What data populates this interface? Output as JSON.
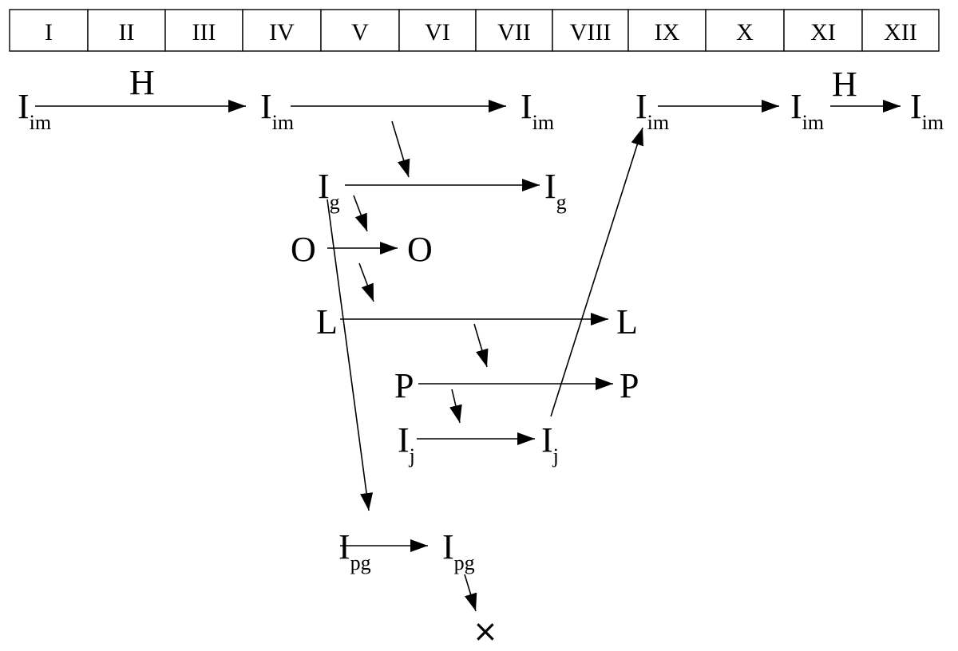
{
  "months": [
    "I",
    "II",
    "III",
    "IV",
    "V",
    "VI",
    "VII",
    "VIII",
    "IX",
    "X",
    "XI",
    "XII"
  ],
  "nodes": {
    "iim_1": {
      "base": "I",
      "sub": "im"
    },
    "iim_2": {
      "base": "I",
      "sub": "im"
    },
    "iim_3": {
      "base": "I",
      "sub": "im"
    },
    "iim_4": {
      "base": "I",
      "sub": "im"
    },
    "iim_5": {
      "base": "I",
      "sub": "im"
    },
    "iim_6": {
      "base": "I",
      "sub": "im"
    },
    "ig_1": {
      "base": "I",
      "sub": "g"
    },
    "ig_2": {
      "base": "I",
      "sub": "g"
    },
    "o_1": {
      "base": "O",
      "sub": ""
    },
    "o_2": {
      "base": "O",
      "sub": ""
    },
    "l_1": {
      "base": "L",
      "sub": ""
    },
    "l_2": {
      "base": "L",
      "sub": ""
    },
    "p_1": {
      "base": "P",
      "sub": ""
    },
    "p_2": {
      "base": "P",
      "sub": ""
    },
    "ij_1": {
      "base": "I",
      "sub": "j"
    },
    "ij_2": {
      "base": "I",
      "sub": "j"
    },
    "ipg_1": {
      "base": "I",
      "sub": "pg"
    },
    "ipg_2": {
      "base": "I",
      "sub": "pg"
    }
  },
  "labels": {
    "h_1": "H",
    "h_2": "H",
    "end_mark": "×"
  }
}
